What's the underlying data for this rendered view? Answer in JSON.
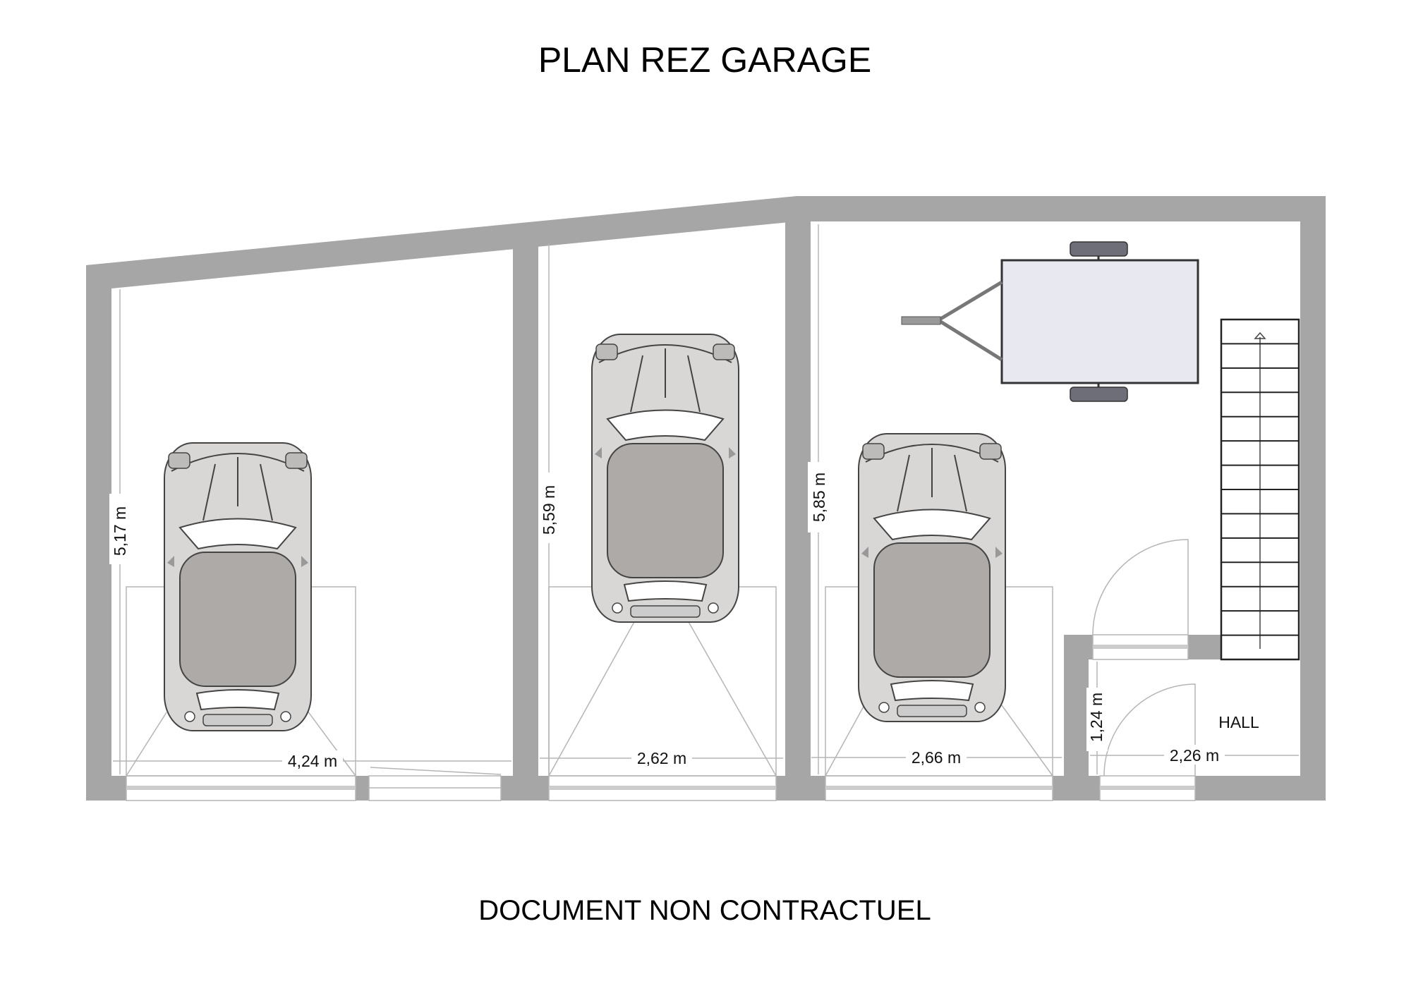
{
  "title": "PLAN REZ GARAGE",
  "footer": "DOCUMENT NON CONTRACTUEL",
  "rooms": {
    "hall_label": "HALL"
  },
  "dimensions": {
    "garage1_depth": "5,17 m",
    "garage1_width": "4,24 m",
    "garage2_depth": "5,59 m",
    "garage2_width": "2,62 m",
    "garage3_depth": "5,85 m",
    "garage3_width": "2,66 m",
    "hall_depth": "1,24 m",
    "hall_width": "2,26 m"
  },
  "colors": {
    "wall": "#a6a6a6",
    "car_body": "#d9d7d6",
    "car_roof": "#aeaaa8",
    "trailer": "#e8e8f0"
  }
}
